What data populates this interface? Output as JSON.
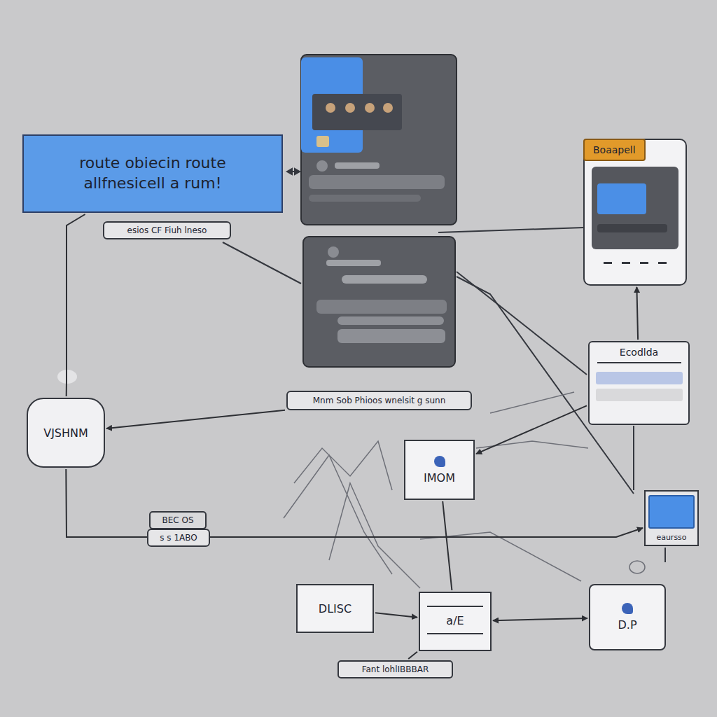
{
  "diagram": {
    "nodes": [
      {
        "text": [
          "route obiecin route allfnesicell a rum!"
        ]
      },
      {
        "text": [
          "esios CF Fiuh lneso"
        ]
      },
      {
        "text": [
          "Boaapell"
        ]
      },
      {
        "text": [
          "Ecodlda"
        ]
      },
      {
        "text": [
          "Mnm Sob Phioos wnelsit g sunn"
        ]
      },
      {
        "text": [
          "VJSHNM"
        ]
      },
      {
        "text": [
          "IMOM"
        ]
      },
      {
        "text": [
          "BEC OS"
        ]
      },
      {
        "text": [
          "s s 1ABO"
        ]
      },
      {
        "text": [
          "eaursso"
        ]
      },
      {
        "text": [
          "DLISC"
        ]
      },
      {
        "text": [
          "a/E"
        ]
      },
      {
        "text": [
          "D.P"
        ]
      },
      {
        "text": [
          "Fant lohlIBBBAR"
        ]
      }
    ],
    "edges": [
      {
        "from": 3,
        "to": 2,
        "arrow": "to"
      },
      {
        "from": 3,
        "to": 6,
        "arrow": "to"
      },
      {
        "from": 4,
        "to": 5,
        "arrow": "to"
      },
      {
        "from": 0,
        "to": 5,
        "arrow": "none"
      },
      {
        "from": 5,
        "to": 9,
        "arrow": "to"
      },
      {
        "from": 10,
        "to": 11,
        "arrow": "to"
      },
      {
        "from": 12,
        "to": 11,
        "arrow": "both"
      },
      {
        "from": 6,
        "to": 11,
        "arrow": "none"
      },
      {
        "from": 11,
        "to": 13,
        "arrow": "none"
      }
    ]
  }
}
